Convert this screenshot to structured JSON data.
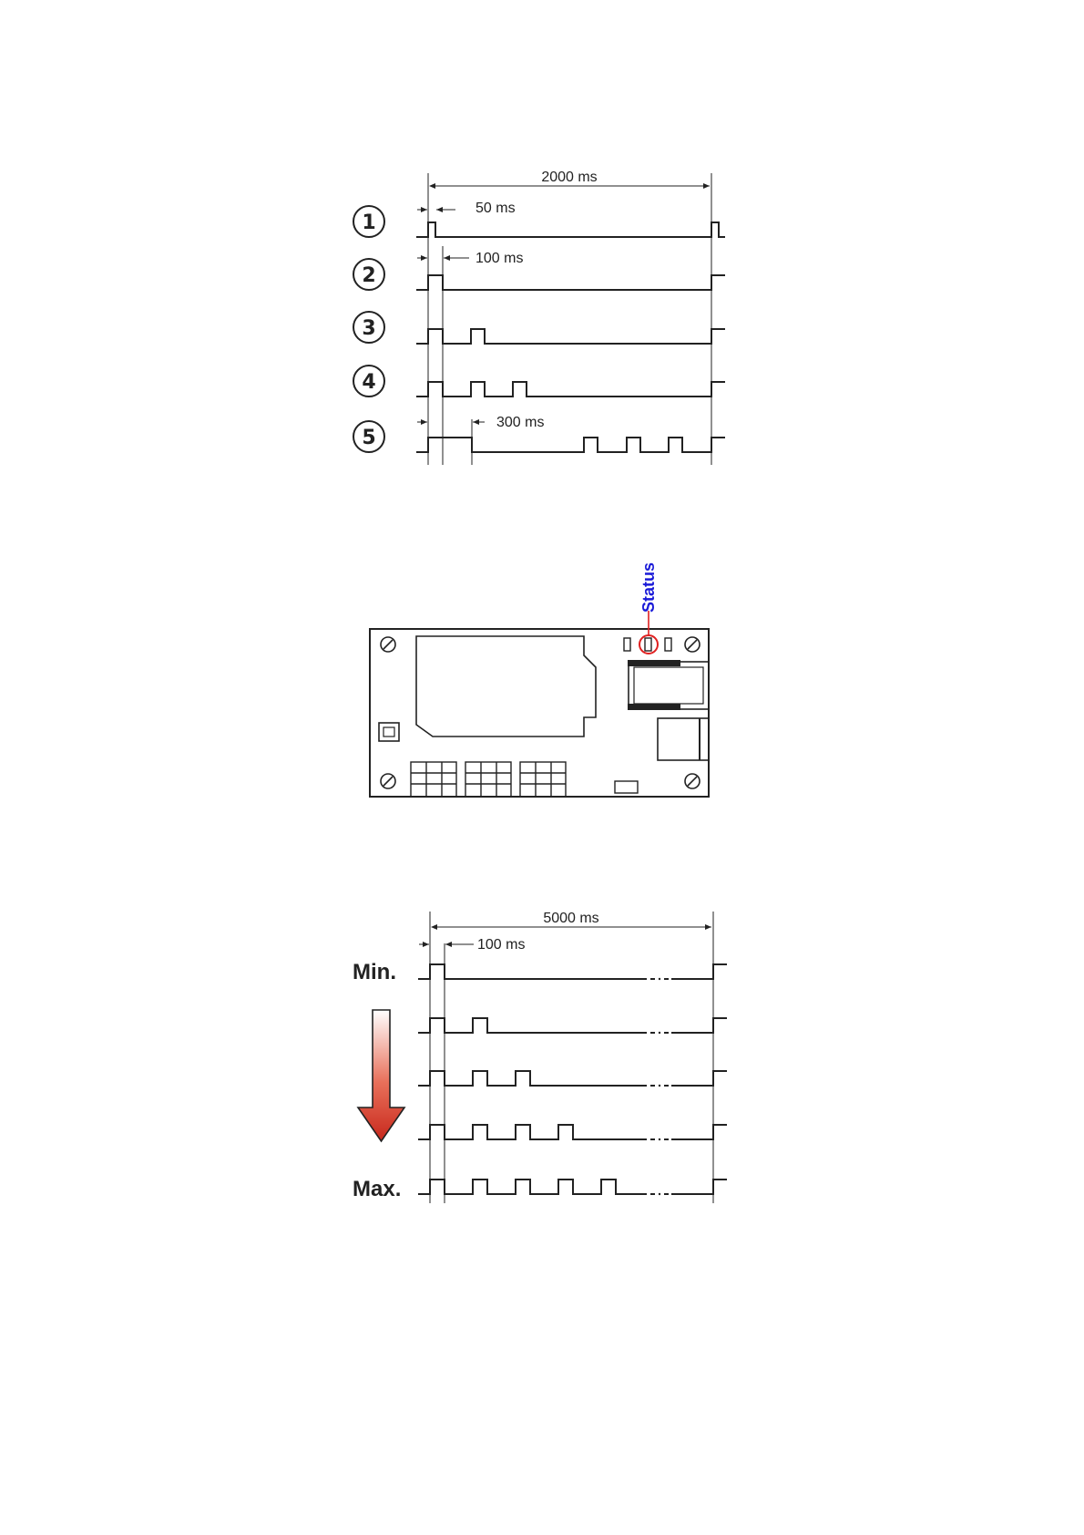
{
  "diagram1": {
    "total_label": "2000 ms",
    "rows": [
      {
        "marker": "①",
        "dim_label": "50 ms"
      },
      {
        "marker": "②",
        "dim_label": "100 ms"
      },
      {
        "marker": "③",
        "dim_label": ""
      },
      {
        "marker": "④",
        "dim_label": ""
      },
      {
        "marker": "⑤",
        "dim_label": "300 ms"
      }
    ]
  },
  "board": {
    "status_label": "Status",
    "status_color": "#1a1ad8",
    "indicator_color": "#e02020"
  },
  "diagram2": {
    "total_label": "5000 ms",
    "pulse_label": "100 ms",
    "min_label": "Min.",
    "max_label": "Max.",
    "arrow_color": "#d9382a"
  }
}
